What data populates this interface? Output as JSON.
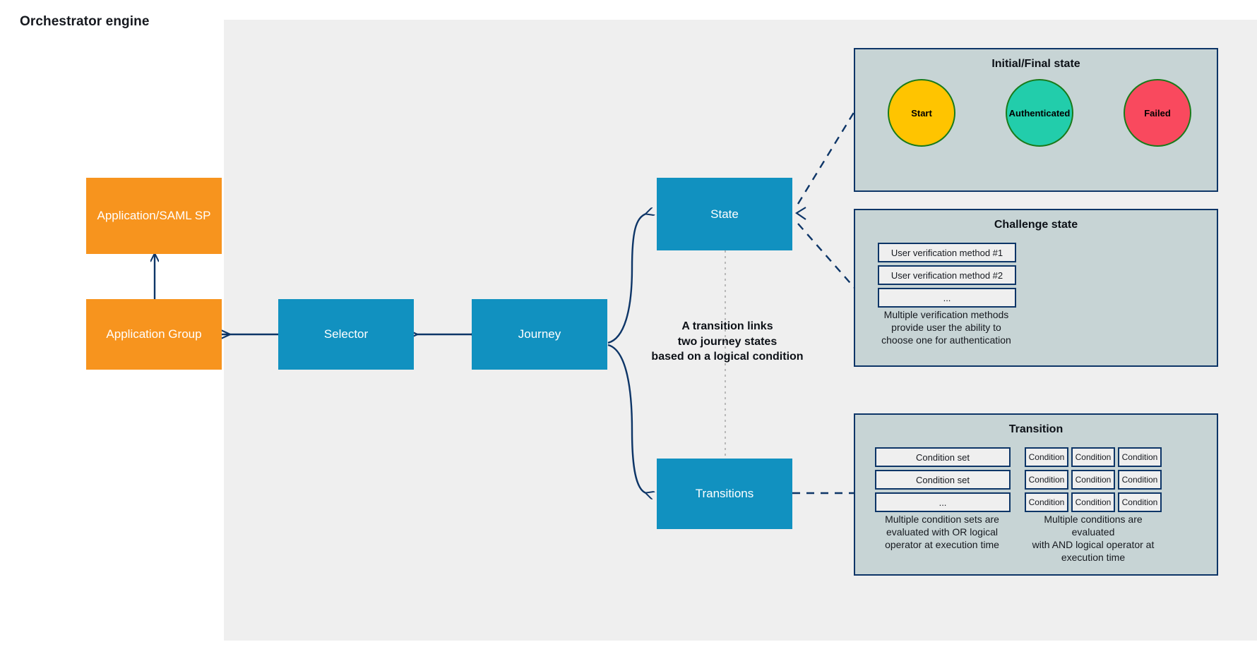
{
  "diagram": {
    "title": "Orchestrator engine",
    "colors": {
      "panel_bg": "#efefef",
      "orange_node": "#f7941e",
      "blue_node": "#1191c0",
      "group_panel_bg": "#c7d4d5",
      "group_panel_border": "#0d3567",
      "connector": "#0d3567",
      "item_bg": "#efefef",
      "circle_border": "#1a7a1a",
      "start_fill": "#ffc400",
      "authenticated_fill": "#22cdab",
      "failed_fill": "#f9495e"
    }
  },
  "nodes": {
    "application_saml_sp": "Application/SAML SP",
    "application_group": "Application Group",
    "selector": "Selector",
    "journey": "Journey",
    "state": "State",
    "transitions": "Transitions"
  },
  "annotation": {
    "line1": "A transition links",
    "line2": "two journey states",
    "line3": "based on a logical condition"
  },
  "initial_final_state": {
    "title": "Initial/Final state",
    "circles": [
      {
        "label": "Start",
        "fill": "#ffc400"
      },
      {
        "label": "Authenticated",
        "fill": "#22cdab"
      },
      {
        "label": "Failed",
        "fill": "#f9495e"
      }
    ]
  },
  "challenge_state": {
    "title": "Challenge state",
    "methods": [
      "User verification method #1",
      "User verification method #2",
      "..."
    ],
    "caption_line1": "Multiple verification methods",
    "caption_line2": "provide user the ability to",
    "caption_line3": "choose one for authentication"
  },
  "transition": {
    "title": "Transition",
    "condition_sets": [
      "Condition set",
      "Condition set",
      "..."
    ],
    "condition_rows": [
      [
        "Condition",
        "Condition",
        "Condition"
      ],
      [
        "Condition",
        "Condition",
        "Condition"
      ],
      [
        "Condition",
        "Condition",
        "Condition"
      ]
    ],
    "or_caption_line1": "Multiple condition sets are",
    "or_caption_line2": "evaluated with OR logical",
    "or_caption_line3": "operator at execution time",
    "and_caption_line1": "Multiple conditions are evaluated",
    "and_caption_line2": "with AND logical operator at",
    "and_caption_line3": "execution time"
  }
}
